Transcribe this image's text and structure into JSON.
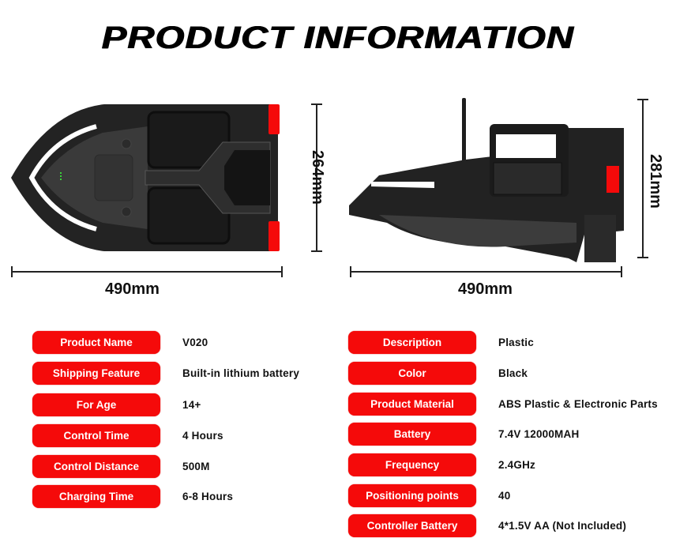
{
  "header": {
    "title": "PRODUCT INFORMATION"
  },
  "colors": {
    "accent_red": "#f50a0a",
    "boat_body": "#222222",
    "text": "#111111"
  },
  "top_view": {
    "icon": "boat-top-view-image",
    "width_label": "490mm",
    "height_label": "264mm"
  },
  "side_view": {
    "icon": "boat-side-view-image",
    "width_label": "490mm",
    "height_label": "281mm"
  },
  "specs_left": [
    {
      "label": "Product Name",
      "value": "V020"
    },
    {
      "label": "Shipping Feature",
      "value": "Built-in lithium battery"
    },
    {
      "label": "For Age",
      "value": "14+"
    },
    {
      "label": "Control Time",
      "value": "4 Hours"
    },
    {
      "label": "Control Distance",
      "value": "500M"
    },
    {
      "label": "Charging Time",
      "value": "6-8 Hours"
    }
  ],
  "specs_right": [
    {
      "label": "Description",
      "value": "Plastic"
    },
    {
      "label": "Color",
      "value": "Black"
    },
    {
      "label": "Product Material",
      "value": "ABS Plastic & Electronic Parts"
    },
    {
      "label": "Battery",
      "value": "7.4V 12000MAH"
    },
    {
      "label": "Frequency",
      "value": "2.4GHz"
    },
    {
      "label": "Positioning points",
      "value": "40"
    },
    {
      "label": "Controller Battery",
      "value": "4*1.5V AA (Not Included)"
    }
  ]
}
